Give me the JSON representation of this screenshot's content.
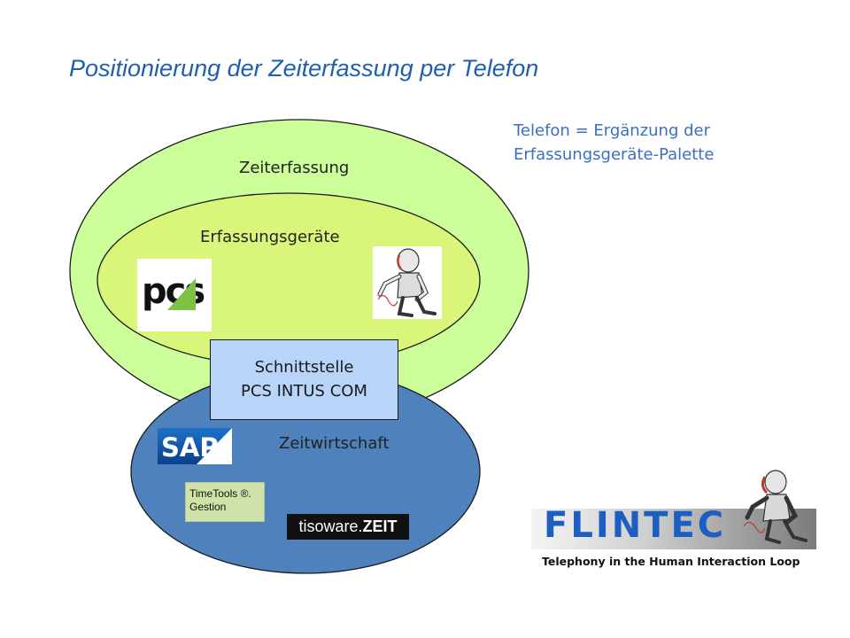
{
  "title": "Positionierung der Zeiterfassung per Telefon",
  "note": {
    "line1": "Telefon = Ergänzung der",
    "line2": "Erfassungsgeräte-Palette"
  },
  "diagram": {
    "outer_label": "Zeiterfassung",
    "inner_label": "Erfassungsgeräte",
    "lower_label": "Zeitwirtschaft",
    "interface": {
      "line1": "Schnittstelle",
      "line2": "PCS INTUS COM"
    },
    "colors": {
      "outer_fill": "#ccff99",
      "inner_fill": "#d9f57a",
      "lower_fill": "#4f81bd",
      "interface_fill": "#b8d4f8"
    }
  },
  "logos": {
    "pcs": "pcs",
    "sap": "SAP",
    "timetools": {
      "line1": "TimeTools ®.",
      "line2": "Gestion"
    },
    "tisoware": {
      "part1": "tisoware.",
      "part2": "ZEIT"
    },
    "flintec": {
      "word": "FLINTEC",
      "tagline": "Telephony in the Human Interaction Loop"
    }
  },
  "icons": [
    "telephone-robot-icon",
    "pcs-logo",
    "sap-logo",
    "flintec-robot-icon"
  ]
}
